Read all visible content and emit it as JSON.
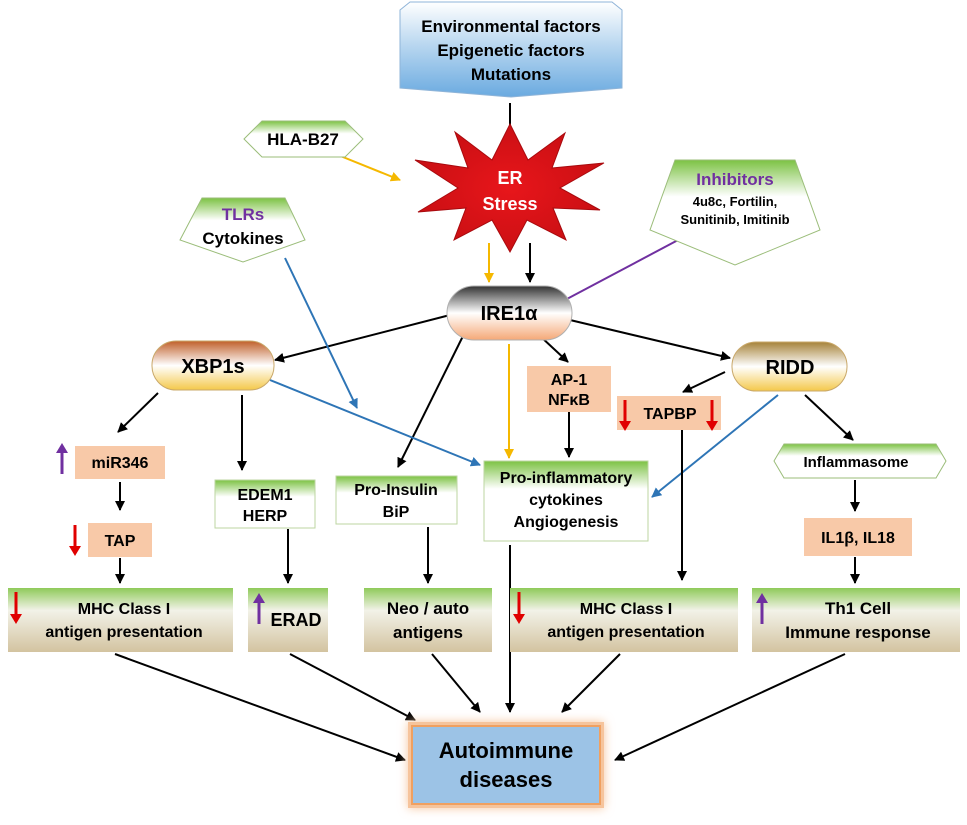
{
  "colors": {
    "arrow_black": "#000000",
    "arrow_yellow": "#f5b800",
    "arrow_blue": "#2e75b6",
    "arrow_purple": "#7030a0",
    "arrow_red": "#e00000",
    "label_purple": "#7030a0",
    "peach": "#f8c9a8",
    "green_grad_top": "#8fca5a",
    "tan_grad_bottom": "#d7c8a6",
    "blue_box": "#9cc3e6",
    "er_star": "#e0141a"
  },
  "nodes": {
    "source": {
      "lines": [
        "Environmental factors",
        "Epigenetic factors",
        "Mutations"
      ]
    },
    "hla": {
      "text": "HLA-B27"
    },
    "er_stress": {
      "lines": [
        "ER",
        "Stress"
      ]
    },
    "inhibitors": {
      "title": "Inhibitors",
      "lines": [
        "4u8c, Fortilin,",
        "Sunitinib, Imitinib"
      ]
    },
    "tlrs": {
      "title": "TLRs",
      "text": "Cytokines"
    },
    "ire1a": {
      "text": "IRE1α"
    },
    "xbp1s": {
      "text": "XBP1s"
    },
    "ridd": {
      "text": "RIDD"
    },
    "ap1": {
      "lines": [
        "AP-1",
        "NFκB"
      ]
    },
    "tapbp": {
      "text": "TAPBP"
    },
    "mir346": {
      "text": "miR346"
    },
    "tap": {
      "text": "TAP"
    },
    "edem": {
      "lines": [
        "EDEM1",
        "HERP"
      ]
    },
    "proinsulin": {
      "lines": [
        "Pro-Insulin",
        "BiP"
      ]
    },
    "proinflam": {
      "lines": [
        "Pro-inflammatory",
        "cytokines",
        "Angiogenesis"
      ]
    },
    "inflammasome": {
      "text": "Inflammasome"
    },
    "il": {
      "text": "IL1β,  IL18"
    },
    "mhc_left": {
      "lines": [
        "MHC Class I",
        "antigen presentation"
      ]
    },
    "erad": {
      "text": "ERAD"
    },
    "neo": {
      "lines": [
        "Neo / auto",
        "antigens"
      ]
    },
    "mhc_mid": {
      "lines": [
        "MHC Class I",
        "antigen presentation"
      ]
    },
    "th1": {
      "lines": [
        "Th1 Cell",
        "Immune response"
      ]
    },
    "autoimmune": {
      "lines": [
        "Autoimmune",
        "diseases"
      ]
    }
  },
  "indicators": {
    "mir346": "up",
    "tap": "down",
    "tapbp_left": "down",
    "tapbp_right": "down",
    "mhc_left": "down",
    "erad": "up",
    "mhc_mid": "down",
    "th1": "up"
  }
}
